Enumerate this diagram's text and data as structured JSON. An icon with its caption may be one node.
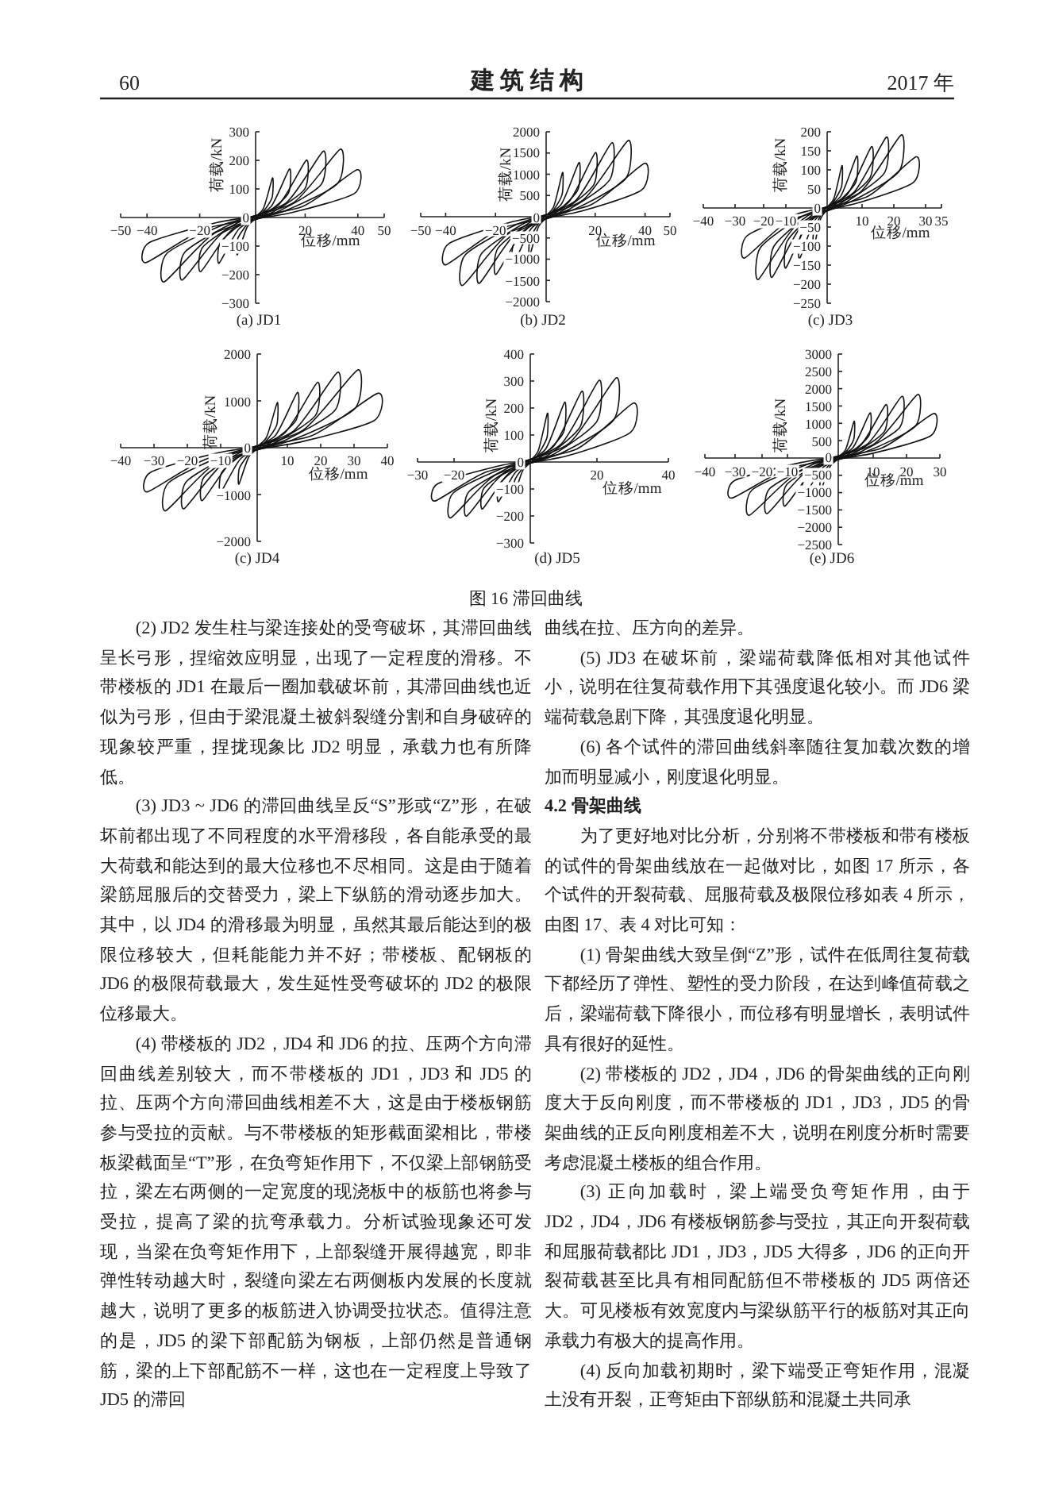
{
  "diagram": {
    "caption": "图 16 滞回曲线",
    "labels": [
      "60",
      "建 筑 结 构",
      "2017 年",
      "荷载/kN",
      "300",
      "200",
      "100",
      "0",
      "−100",
      "−200",
      "−300",
      "−50",
      "−40",
      "−20",
      "20",
      "40",
      "50",
      "位移/mm",
      "(a) JD1",
      "荷载/kN",
      "2000",
      "1500",
      "1000",
      "500",
      "0",
      "−500",
      "−1000",
      "−1500",
      "−2000",
      "−50",
      "−40",
      "−20",
      "20",
      "40",
      "50",
      "位移/mm",
      "(b) JD2",
      "荷载/kN",
      "200",
      "150",
      "100",
      "50",
      "0",
      "−50",
      "−100",
      "−150",
      "−200",
      "−250",
      "−40",
      "−30",
      "−20",
      "−10",
      "10",
      "20",
      "30",
      "35",
      "位移/mm",
      "(c) JD3",
      "荷载/kN",
      "2000",
      "1000",
      "0",
      "−1000",
      "−2000",
      "−40",
      "−30",
      "−20",
      "−10",
      "10",
      "20",
      "30",
      "40",
      "位移/mm",
      "(c) JD4",
      "荷载/kN",
      "400",
      "300",
      "200",
      "100",
      "0",
      "−100",
      "−200",
      "−300",
      "−30",
      "−20",
      "20",
      "40",
      "位移/mm",
      "(d) JD5",
      "荷载/kN",
      "3000",
      "2500",
      "2000",
      "1500",
      "1000",
      "500",
      "0",
      "−500",
      "−1000",
      "−1500",
      "−2000",
      "−2500",
      "−40",
      "−30",
      "−20",
      "−10",
      "10",
      "20",
      "30",
      "位移/mm",
      "(e) JD6",
      "(2) JD2 发生柱与梁连接处的受弯破坏，其滞回曲线呈长弓形，捏缩效应明显，出现了一定程度的滑移。不带楼板的 JD1 在最后一圈加载破坏前，其滞回曲线也近似为弓形，但由于梁混凝土被斜裂缝分割和自身破碎的现象较严重，捏拢现象比 JD2 明显，承载力也有所降低。",
      "(3) JD3 ~ JD6 的滞回曲线呈反“S”形或“Z”形，在破坏前都出现了不同程度的水平滑移段，各自能承受的最大荷载和能达到的最大位移也不尽相同。这是由于随着梁筋屈服后的交替受力，梁上下纵筋的滑动逐步加大。其中，以 JD4 的滑移最为明显，虽然其最后能达到的极限位移较大，但耗能能力并不好；带楼板、配钢板的 JD6 的极限荷载最大，发生延性受弯破坏的 JD2 的极限位移最大。",
      "(4) 带楼板的 JD2，JD4 和 JD6 的拉、压两个方向滞回曲线差别较大，而不带楼板的 JD1，JD3 和 JD5 的拉、压两个方向滞回曲线相差不大，这是由于楼板钢筋参与受拉的贡献。与不带楼板的矩形截面梁相比，带楼板梁截面呈“T”形，在负弯矩作用下，不仅梁上部钢筋受拉，梁左右两侧的一定宽度的现浇板中的板筋也将参与受拉，提高了梁的抗弯承载力。分析试验现象还可发现，当梁在负弯矩作用下，上部裂缝开展得越宽，即非弹性转动越大时，裂缝向梁左右两侧板内发展的长度就越大，说明了更多的板筋进入协调受拉状态。值得注意的是，JD5 的梁下部配筋为钢板，上部仍然是普通钢筋，梁的上下部配筋不一样，这也在一定程度上导致了 JD5 的滞回",
      "曲线在拉、压方向的差异。",
      "(5) JD3 在破坏前，梁端荷载降低相对其他试件小，说明在往复荷载作用下其强度退化较小。而 JD6 梁端荷载急剧下降，其强度退化明显。",
      "(6) 各个试件的滞回曲线斜率随往复加载次数的增加而明显减小，刚度退化明显。",
      "4.2 骨架曲线",
      "为了更好地对比分析，分别将不带楼板和带有楼板的试件的骨架曲线放在一起做对比，如图 17 所示，各个试件的开裂荷载、屈服荷载及极限位移如表 4 所示，由图 17、表 4 对比可知：",
      "(1) 骨架曲线大致呈倒“Z”形，试件在低周往复荷载下都经历了弹性、塑性的受力阶段，在达到峰值荷载之后，梁端荷载下降很小，而位移有明显增长，表明试件具有很好的延性。",
      "(2) 带楼板的 JD2，JD4，JD6 的骨架曲线的正向刚度大于反向刚度，而不带楼板的 JD1，JD3，JD5 的骨架曲线的正反向刚度相差不大，说明在刚度分析时需要考虑混凝土楼板的组合作用。",
      "(3) 正向加载时，梁上端受负弯矩作用，由于 JD2，JD4，JD6 有楼板钢筋参与受拉，其正向开裂荷载和屈服荷载都比 JD1，JD3，JD5 大得多，JD6 的正向开裂荷载甚至比具有相同配筋但不带楼板的 JD5 两倍还大。可见楼板有效宽度内与梁纵筋平行的板筋对其正向承载力有极大的提高作用。",
      "(4) 反向加载初期时，梁下端受正弯矩作用，混凝土没有开裂，正弯矩由下部纵筋和混凝土共同承"
    ]
  }
}
